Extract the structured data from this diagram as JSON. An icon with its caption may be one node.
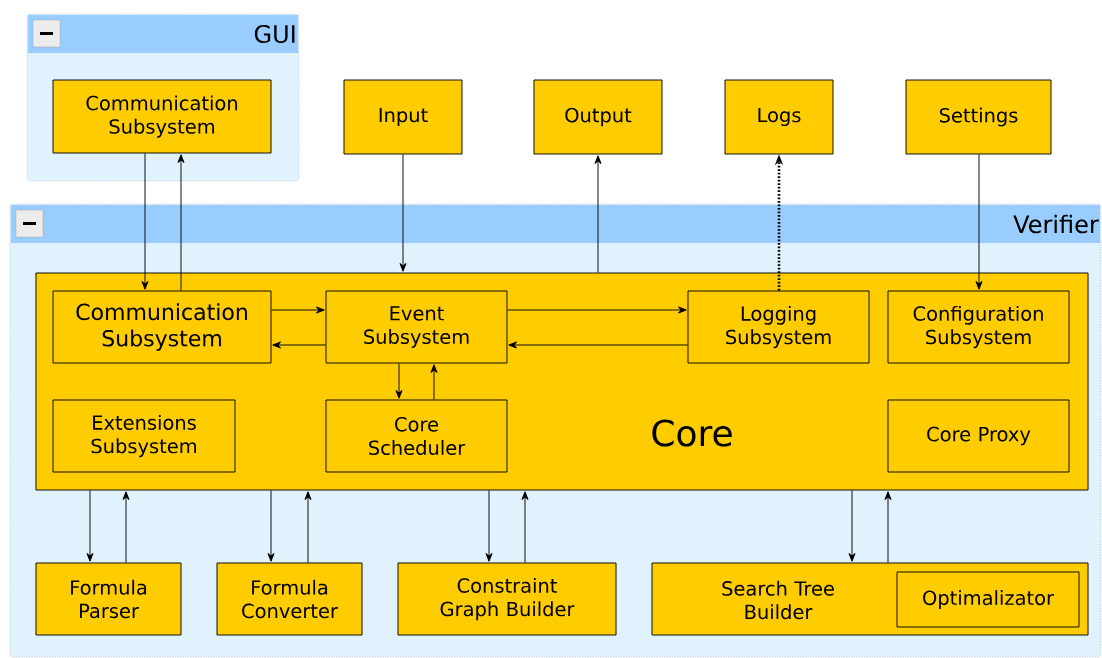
{
  "diagram": {
    "nodes": [
      {
        "text": [
          "GUI"
        ]
      },
      {
        "text": [
          "Communication Subsystem"
        ],
        "in": 0
      },
      {
        "text": [
          "Input"
        ]
      },
      {
        "text": [
          "Output"
        ]
      },
      {
        "text": [
          "Logs"
        ]
      },
      {
        "text": [
          "Settings"
        ]
      },
      {
        "text": [
          "Verifier"
        ]
      },
      {
        "text": [
          "Core"
        ],
        "in": 6
      },
      {
        "text": [
          "Communication Subsystem"
        ],
        "in": 7
      },
      {
        "text": [
          "Event Subsystem"
        ],
        "in": 7
      },
      {
        "text": [
          "Logging Subsystem"
        ],
        "in": 7
      },
      {
        "text": [
          "Configuration Subsystem"
        ],
        "in": 7
      },
      {
        "text": [
          "Extensions Subsystem"
        ],
        "in": 7
      },
      {
        "text": [
          "Core Scheduler"
        ],
        "in": 7
      },
      {
        "text": [
          "Core Proxy"
        ],
        "in": 7
      },
      {
        "text": [
          "Formula Parser"
        ],
        "in": 6
      },
      {
        "text": [
          "Formula Converter"
        ],
        "in": 6
      },
      {
        "text": [
          "Constraint Graph Builder"
        ],
        "in": 6
      },
      {
        "text": [
          "Search Tree Builder"
        ],
        "in": 6
      },
      {
        "text": [
          "Optimalizator"
        ],
        "in": 18
      }
    ],
    "edges": [
      {
        "from": 1,
        "to": 8,
        "arrow": "to"
      },
      {
        "from": 8,
        "to": 1,
        "arrow": "to"
      },
      {
        "from": 2,
        "to": 7,
        "arrow": "to"
      },
      {
        "from": 7,
        "to": 3,
        "arrow": "to"
      },
      {
        "from": 10,
        "to": 4,
        "arrow": "to",
        "style": "dashed"
      },
      {
        "from": 5,
        "to": 11,
        "arrow": "to"
      },
      {
        "from": 8,
        "to": 9,
        "arrow": "to"
      },
      {
        "from": 9,
        "to": 8,
        "arrow": "to"
      },
      {
        "from": 9,
        "to": 10,
        "arrow": "to"
      },
      {
        "from": 10,
        "to": 9,
        "arrow": "to"
      },
      {
        "from": 9,
        "to": 13,
        "arrow": "to"
      },
      {
        "from": 13,
        "to": 9,
        "arrow": "to"
      },
      {
        "from": 7,
        "to": 15,
        "arrow": "to"
      },
      {
        "from": 15,
        "to": 7,
        "arrow": "to"
      },
      {
        "from": 7,
        "to": 16,
        "arrow": "to"
      },
      {
        "from": 16,
        "to": 7,
        "arrow": "to"
      },
      {
        "from": 7,
        "to": 17,
        "arrow": "to"
      },
      {
        "from": 17,
        "to": 7,
        "arrow": "to"
      },
      {
        "from": 7,
        "to": 18,
        "arrow": "to"
      },
      {
        "from": 18,
        "to": 7,
        "arrow": "to"
      }
    ]
  }
}
